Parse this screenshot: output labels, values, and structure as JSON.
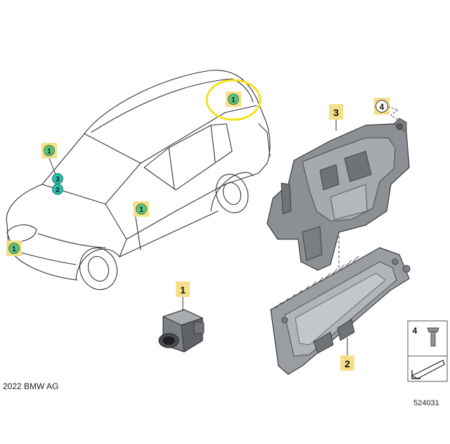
{
  "callouts": {
    "car_roof": "1",
    "car_windshield": "1",
    "car_sensor_top": "3",
    "car_sensor_bottom": "2",
    "car_door": "1",
    "car_front": "1"
  },
  "parts": {
    "camera": "1",
    "control_unit": "2",
    "bracket": "3",
    "screw_ref": "4",
    "legend_screw": "4"
  },
  "footer": {
    "copyright": "2022 BMW AG",
    "diagram_number": "524031"
  },
  "colors": {
    "highlight_box": "#f5e08a",
    "green_marker": "#5fc27a",
    "teal_marker": "#2cbfa8",
    "focus_ring": "#f2e21a",
    "part_gray": "#8c8f93"
  }
}
